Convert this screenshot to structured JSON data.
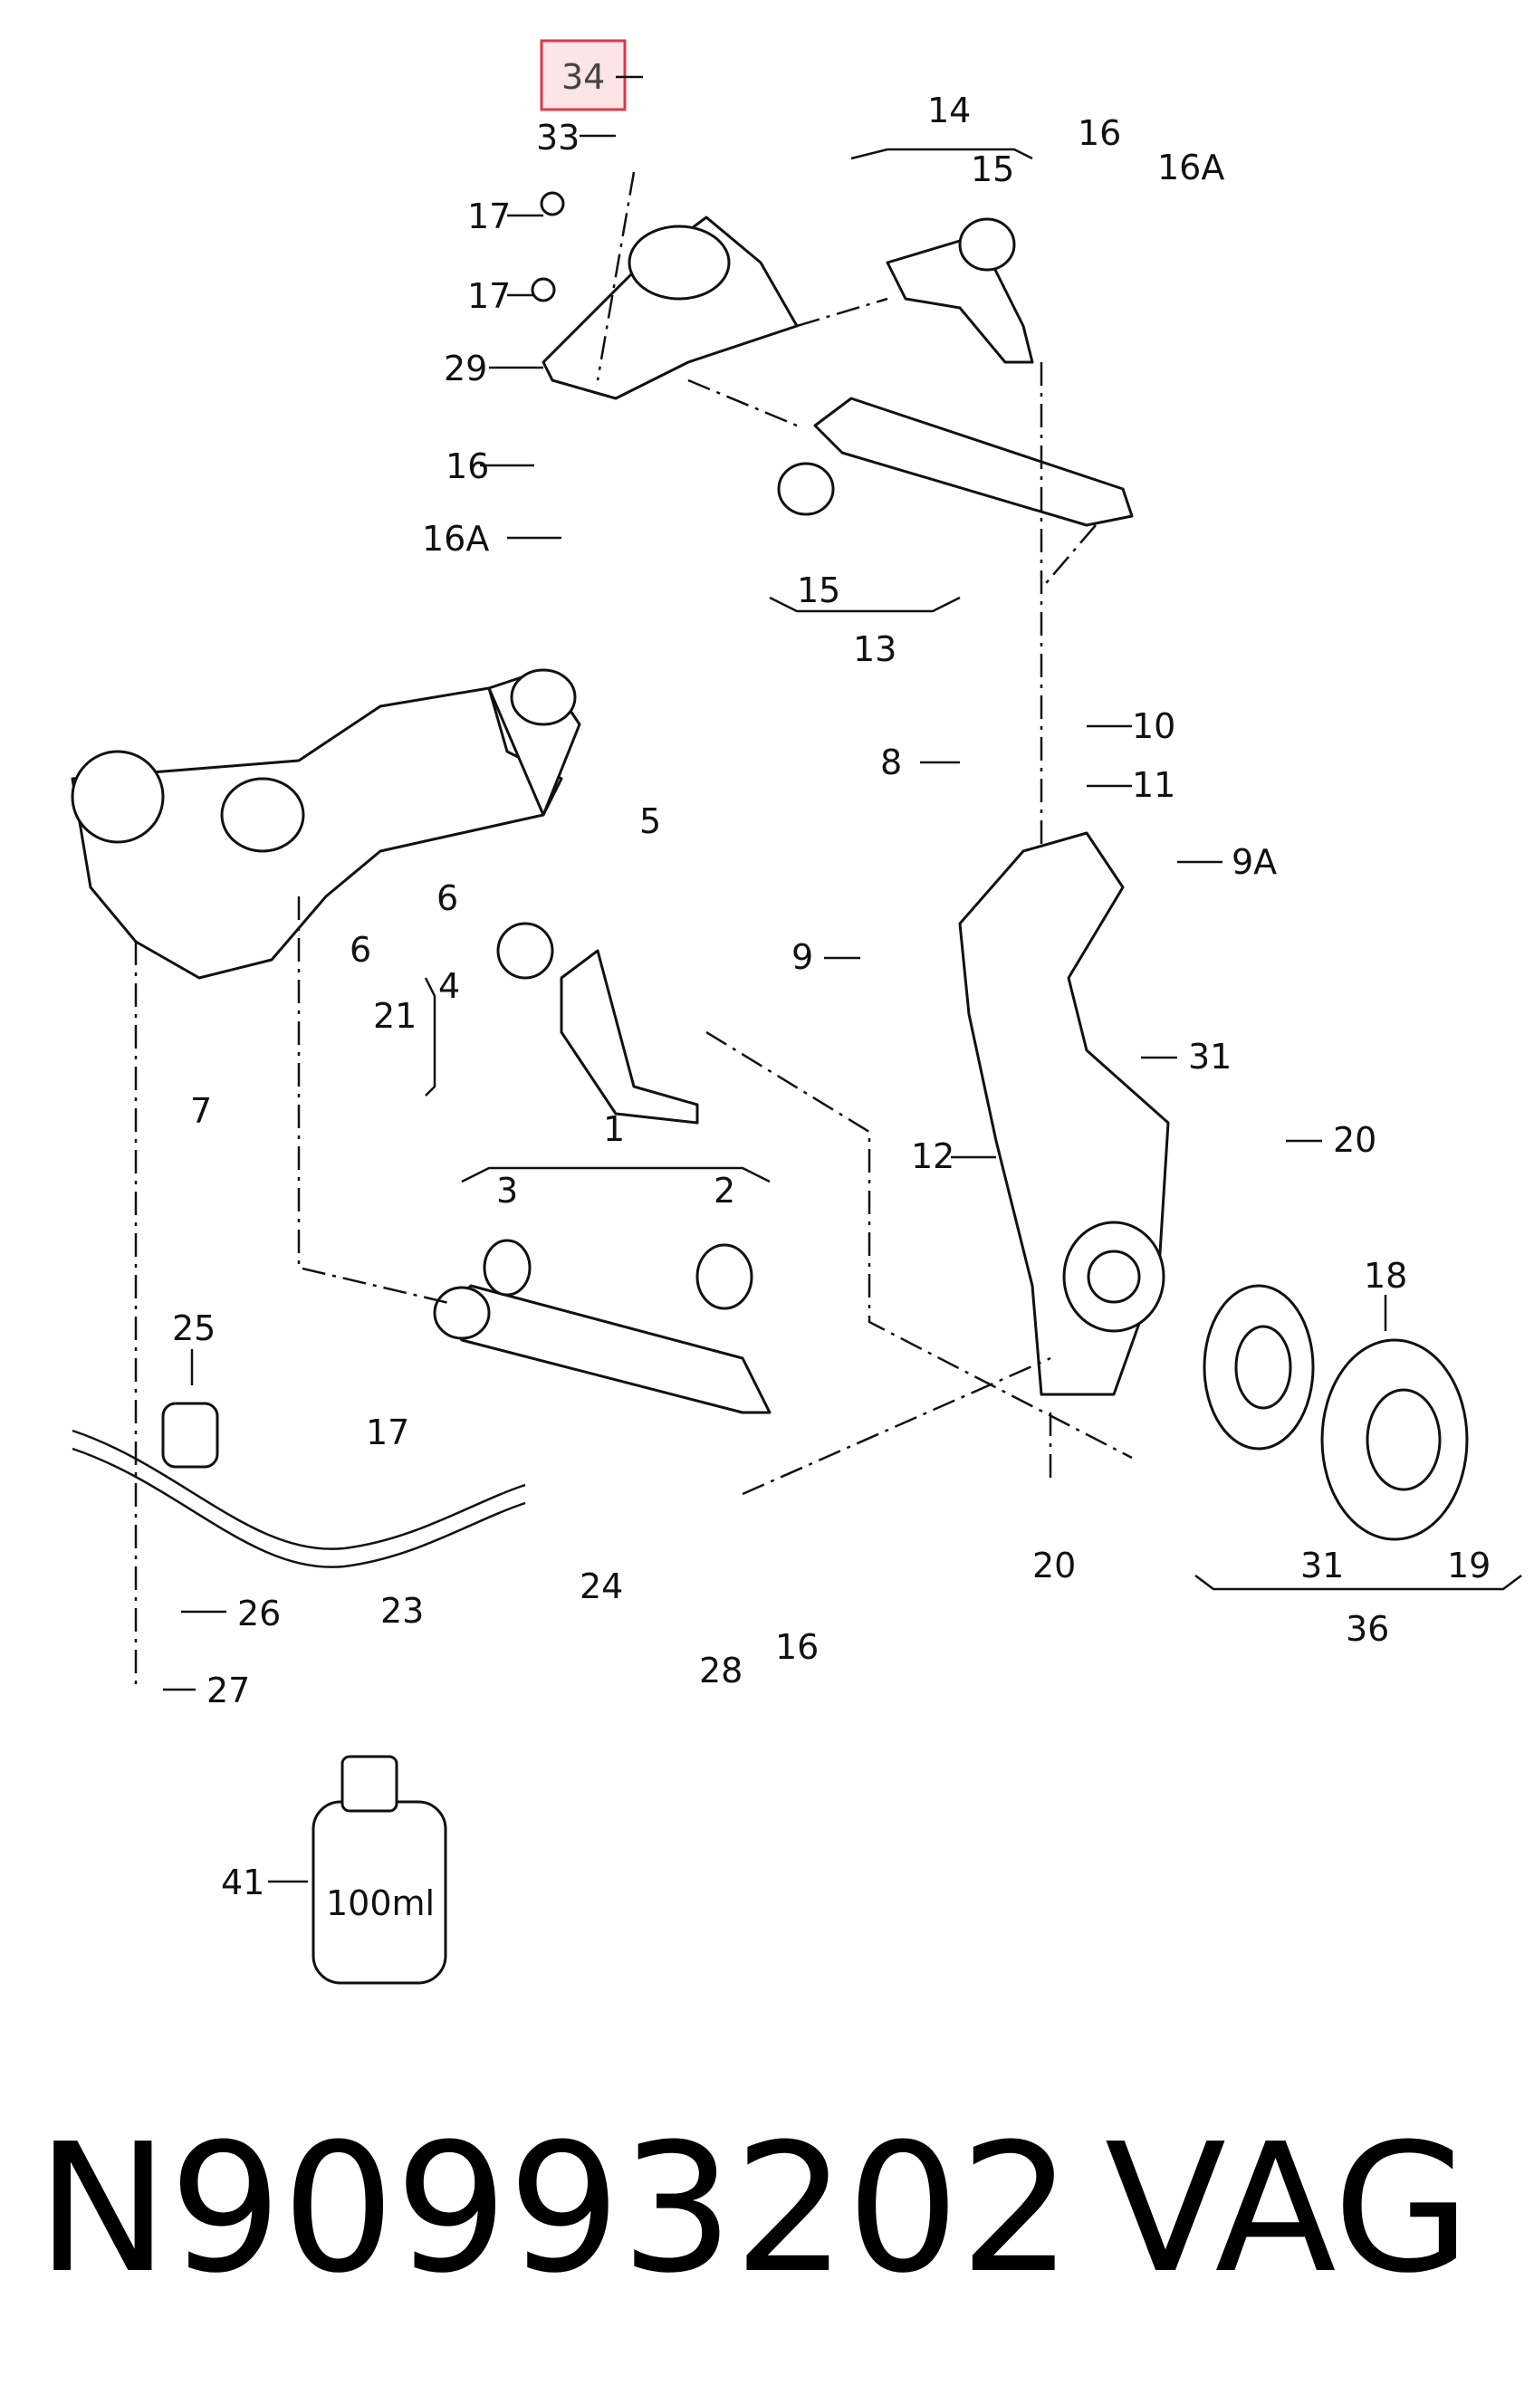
{
  "diagram": {
    "highlighted_callout": "34",
    "accent_color": "#d93a49",
    "highlight_fill": "#fde4e6",
    "bottle_label": "100ml",
    "callouts": [
      "34",
      "33",
      "17",
      "17",
      "29",
      "16",
      "16A",
      "14",
      "15",
      "16",
      "16A",
      "15",
      "13",
      "10",
      "8",
      "11",
      "9A",
      "9",
      "5",
      "6",
      "6",
      "4",
      "21",
      "7",
      "31",
      "12",
      "20",
      "1",
      "3",
      "2",
      "18",
      "25",
      "17",
      "24",
      "23",
      "26",
      "27",
      "16",
      "28",
      "20",
      "31",
      "19",
      "36",
      "41"
    ]
  },
  "footer": {
    "part_number": "N90993202",
    "brand": "VAG"
  }
}
